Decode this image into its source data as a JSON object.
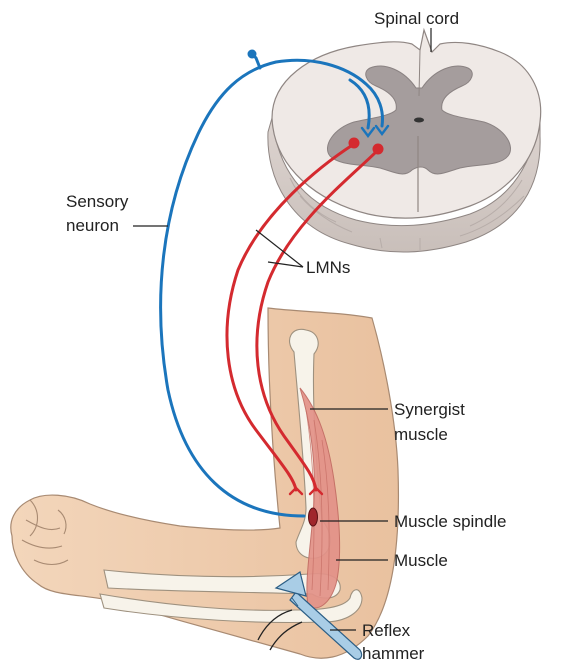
{
  "labels": {
    "spinal_cord": "Spinal cord",
    "sensory_line1": "Sensory",
    "sensory_line2": "neuron",
    "lmns": "LMNs",
    "synergist_line1": "Synergist",
    "synergist_line2": "muscle",
    "muscle_spindle": "Muscle spindle",
    "muscle": "Muscle",
    "reflex_line1": "Reflex",
    "reflex_line2": "hammer"
  },
  "colors": {
    "sensory_neuron": "#1b75bc",
    "motor_neuron": "#d42a2f",
    "white_matter": "#efe9e6",
    "gray_matter": "#a59d9d",
    "skin": "#f0cfb0",
    "skin_outline": "#a88a72",
    "bone": "#f7f3ea",
    "muscle": "#e39288",
    "spindle": "#a0262c",
    "hammer": "#a9cde6"
  },
  "icons": {
    "reflex_hammer": "reflex-hammer-icon",
    "motion_arcs": "motion-arcs-icon"
  }
}
